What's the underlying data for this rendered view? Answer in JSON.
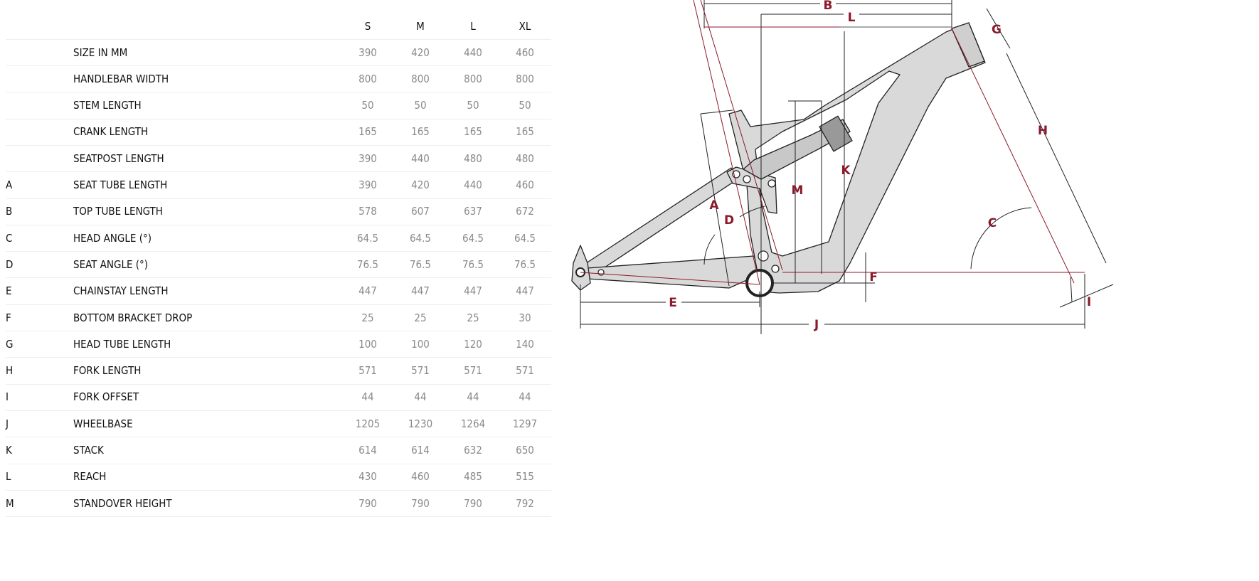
{
  "table": {
    "sizes": [
      "S",
      "M",
      "L",
      "XL"
    ],
    "rows": [
      {
        "letter": "",
        "label": "SIZE IN MM",
        "values": [
          "390",
          "420",
          "440",
          "460"
        ]
      },
      {
        "letter": "",
        "label": "HANDLEBAR WIDTH",
        "values": [
          "800",
          "800",
          "800",
          "800"
        ]
      },
      {
        "letter": "",
        "label": "STEM LENGTH",
        "values": [
          "50",
          "50",
          "50",
          "50"
        ]
      },
      {
        "letter": "",
        "label": "CRANK LENGTH",
        "values": [
          "165",
          "165",
          "165",
          "165"
        ]
      },
      {
        "letter": "",
        "label": "SEATPOST LENGTH",
        "values": [
          "390",
          "440",
          "480",
          "480"
        ]
      },
      {
        "letter": "A",
        "label": "SEAT TUBE LENGTH",
        "values": [
          "390",
          "420",
          "440",
          "460"
        ]
      },
      {
        "letter": "B",
        "label": "TOP TUBE LENGTH",
        "values": [
          "578",
          "607",
          "637",
          "672"
        ]
      },
      {
        "letter": "C",
        "label": "HEAD ANGLE (°)",
        "values": [
          "64.5",
          "64.5",
          "64.5",
          "64.5"
        ]
      },
      {
        "letter": "D",
        "label": "SEAT ANGLE (°)",
        "values": [
          "76.5",
          "76.5",
          "76.5",
          "76.5"
        ]
      },
      {
        "letter": "E",
        "label": "CHAINSTAY LENGTH",
        "values": [
          "447",
          "447",
          "447",
          "447"
        ]
      },
      {
        "letter": "F",
        "label": "BOTTOM BRACKET DROP",
        "values": [
          "25",
          "25",
          "25",
          "30"
        ]
      },
      {
        "letter": "G",
        "label": "HEAD TUBE LENGTH",
        "values": [
          "100",
          "100",
          "120",
          "140"
        ]
      },
      {
        "letter": "H",
        "label": "FORK LENGTH",
        "values": [
          "571",
          "571",
          "571",
          "571"
        ]
      },
      {
        "letter": "I",
        "label": "FORK OFFSET",
        "values": [
          "44",
          "44",
          "44",
          "44"
        ]
      },
      {
        "letter": "J",
        "label": "WHEELBASE",
        "values": [
          "1205",
          "1230",
          "1264",
          "1297"
        ]
      },
      {
        "letter": "K",
        "label": "STACK",
        "values": [
          "614",
          "614",
          "632",
          "650"
        ]
      },
      {
        "letter": "L",
        "label": "REACH",
        "values": [
          "430",
          "460",
          "485",
          "515"
        ]
      },
      {
        "letter": "M",
        "label": "STANDOVER HEIGHT",
        "values": [
          "790",
          "790",
          "790",
          "792"
        ]
      }
    ]
  },
  "diagram": {
    "labels": {
      "A": "A",
      "B": "B",
      "C": "C",
      "D": "D",
      "E": "E",
      "F": "F",
      "G": "G",
      "H": "H",
      "I": "I",
      "J": "J",
      "K": "K",
      "L": "L",
      "M": "M"
    },
    "accent_color": "#8b1a2b",
    "frame_color": "#d9d9d9"
  }
}
